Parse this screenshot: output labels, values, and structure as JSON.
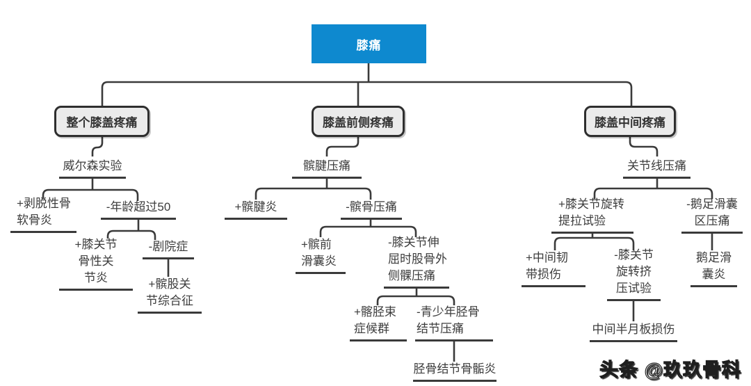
{
  "root": {
    "label": "膝痛"
  },
  "branches": {
    "whole_knee": "整个膝盖疼痛",
    "front_knee": "膝盖前侧疼痛",
    "middle_knee": "膝盖中间疼痛"
  },
  "nodes": {
    "wilson_test": {
      "lines": [
        "威尔森实验"
      ]
    },
    "osteochondritis_dissecans": {
      "lines": [
        "+剥脱性骨",
        "软骨炎"
      ]
    },
    "age_over_50": {
      "lines": [
        "-年龄超过50"
      ]
    },
    "knee_osteoarthritis": {
      "lines": [
        "+膝关节",
        "骨性关",
        "节炎"
      ]
    },
    "theater_sign": {
      "lines": [
        "-剧院症"
      ]
    },
    "patellofemoral_syndrome": {
      "lines": [
        "+髌股关",
        "节综合征"
      ]
    },
    "patellar_tendon_tenderness": {
      "lines": [
        "髌腱压痛"
      ]
    },
    "patellar_tendinitis": {
      "lines": [
        "+髌腱炎"
      ]
    },
    "patella_tenderness": {
      "lines": [
        "-髌骨压痛"
      ]
    },
    "prepatellar_bursitis": {
      "lines": [
        "+髌前",
        "滑囊炎"
      ]
    },
    "lateral_femoral_condyle_tenderness": {
      "lines": [
        "-膝关节伸",
        "屈时股骨外",
        "侧髁压痛"
      ]
    },
    "iliotibial_band_syndrome": {
      "lines": [
        "+髂胫束",
        "症候群"
      ]
    },
    "juvenile_tibial_tubercle_tenderness": {
      "lines": [
        "-青少年胫骨",
        "结节压痛"
      ]
    },
    "tibial_tubercle_epiphysitis": {
      "lines": [
        "胫骨结节骨骺炎"
      ]
    },
    "joint_line_tenderness": {
      "lines": [
        "关节线压痛"
      ]
    },
    "knee_rotation_lift_test": {
      "lines": [
        "+膝关节旋转",
        "提拉试验"
      ]
    },
    "pes_anserine_area_tenderness": {
      "lines": [
        "-鹅足滑囊",
        "区压痛"
      ]
    },
    "medial_ligament_injury": {
      "lines": [
        "+中间韧",
        "带损伤"
      ]
    },
    "knee_rotation_compression_test": {
      "lines": [
        "-膝关节",
        "旋转挤",
        "压试验"
      ]
    },
    "medial_meniscus_injury": {
      "lines": [
        "中间半月板损伤"
      ]
    },
    "pes_anserine_bursitis": {
      "lines": [
        "鹅足滑",
        "囊炎"
      ]
    }
  },
  "watermark": "头条 @玖玖骨科",
  "colors": {
    "root_fill": "#0e89cf",
    "root_text": "#ffffff",
    "box_fill": "#ebebeb",
    "box_border": "#2e2e2e",
    "line": "#3a3a3a",
    "text": "#3c3c3c",
    "bg": "#ffffff",
    "wm_fill": "#ffffff",
    "wm_outline": "#1f1f1f"
  }
}
